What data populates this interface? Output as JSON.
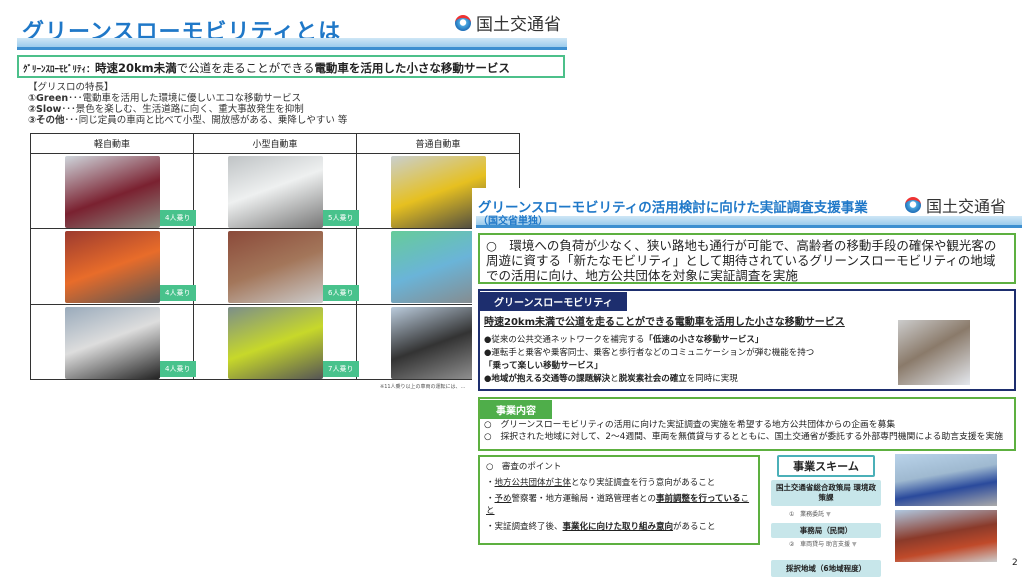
{
  "back_slide": {
    "title": "グリーンスローモビリティとは",
    "ministry": "国土交通省",
    "definition": {
      "term": "ｸﾞﾘｰﾝｽﾛｰﾓﾋﾞﾘﾃｨ：",
      "p1": "時速20km未満",
      "p2": "で公道を走ることができる",
      "p3": "電動車を活用した",
      "p4": "小さな移動サービス"
    },
    "features_heading": "【グリスロの特長】",
    "features": [
      {
        "key": "①Green",
        "text": "･･･電動車を活用した環境に優しいエコな移動サービス"
      },
      {
        "key": "②Slow",
        "text": "･･･景色を楽しむ、生活道路に向く、重大事故発生を抑制"
      },
      {
        "key": "③その他",
        "text": "･･･同じ定員の車両と比べて小型、開放感がある、乗降しやすい 等"
      }
    ],
    "table": {
      "headers": [
        "軽自動車",
        "小型自動車",
        "普通自動車"
      ],
      "rows": [
        [
          "4人乗り",
          "5人乗り",
          ""
        ],
        [
          "4人乗り",
          "6人乗り",
          ""
        ],
        [
          "4人乗り",
          "7人乗り",
          ""
        ]
      ]
    },
    "footnote": "※11人乗り以上の車両の運転には、…"
  },
  "front_slide": {
    "title": "グリーンスローモビリティの活用検討に向けた実証調査支援事業",
    "subtitle": "（国交省単独）",
    "ministry": "国土交通省",
    "intro": "○　環境への負荷が少なく、狭い路地も通行が可能で、高齢者の移動手段の確保や観光客の周遊に資する「新たなモビリティ」として期待されているグリーンスローモビリティの地域での活用に向け、地方公共団体を対象に実証調査を実施",
    "gsm": {
      "tab": "グリーンスローモビリティ",
      "definition": "時速20km未満で公道を走ることができる電動車を活用した小さな移動サービス",
      "b1a": "●従来の公共交通ネットワークを補完する",
      "b1b": "「低速の小さな移動サービス」",
      "b2a": "●運転手と乗客や乗客同士、乗客と歩行者などのコミュニケーションが弾む機能を持つ",
      "b2b": "「乗って楽しい移動サービス」",
      "b3a": "●地域が抱える交通等の課題解決",
      "b3b": "と",
      "b3c": "脱炭素社会の確立",
      "b3d": "を同時に実現"
    },
    "content": {
      "tab": "事業内容",
      "items": [
        "○　グリーンスローモビリティの活用に向けた実証調査の実施を希望する地方公共団体からの企画を募集",
        "○　採択された地域に対して、2～4週間、車両を無償貸与するとともに、国土交通省が委託する外部専門機関による助言支援を実施"
      ]
    },
    "review": {
      "heading": "○　審査のポイント",
      "p1a": "・",
      "p1b": "地方公共団体が主体",
      "p1c": "となり実証調査を行う意向があること",
      "p2a": "・",
      "p2b": "予め",
      "p2c": "警察署・地方運輸局・道路管理者との",
      "p2d": "事前調整を行っている",
      "p2e": "こと",
      "p3a": "・実証調査終了後、",
      "p3b": "事業化に向けた取り組み意向",
      "p3c": "があること"
    },
    "scheme": {
      "title": "事業スキーム",
      "box1": "国土交通省総合政策局 環境政策課",
      "step1_num": "①",
      "step1_label": "業務委託",
      "box2": "事務局（民間）",
      "step2_num": "②",
      "step2_label": "車両貸与 助言支援",
      "box3": "採択地域（6地域程度）"
    },
    "page_number": "2"
  }
}
